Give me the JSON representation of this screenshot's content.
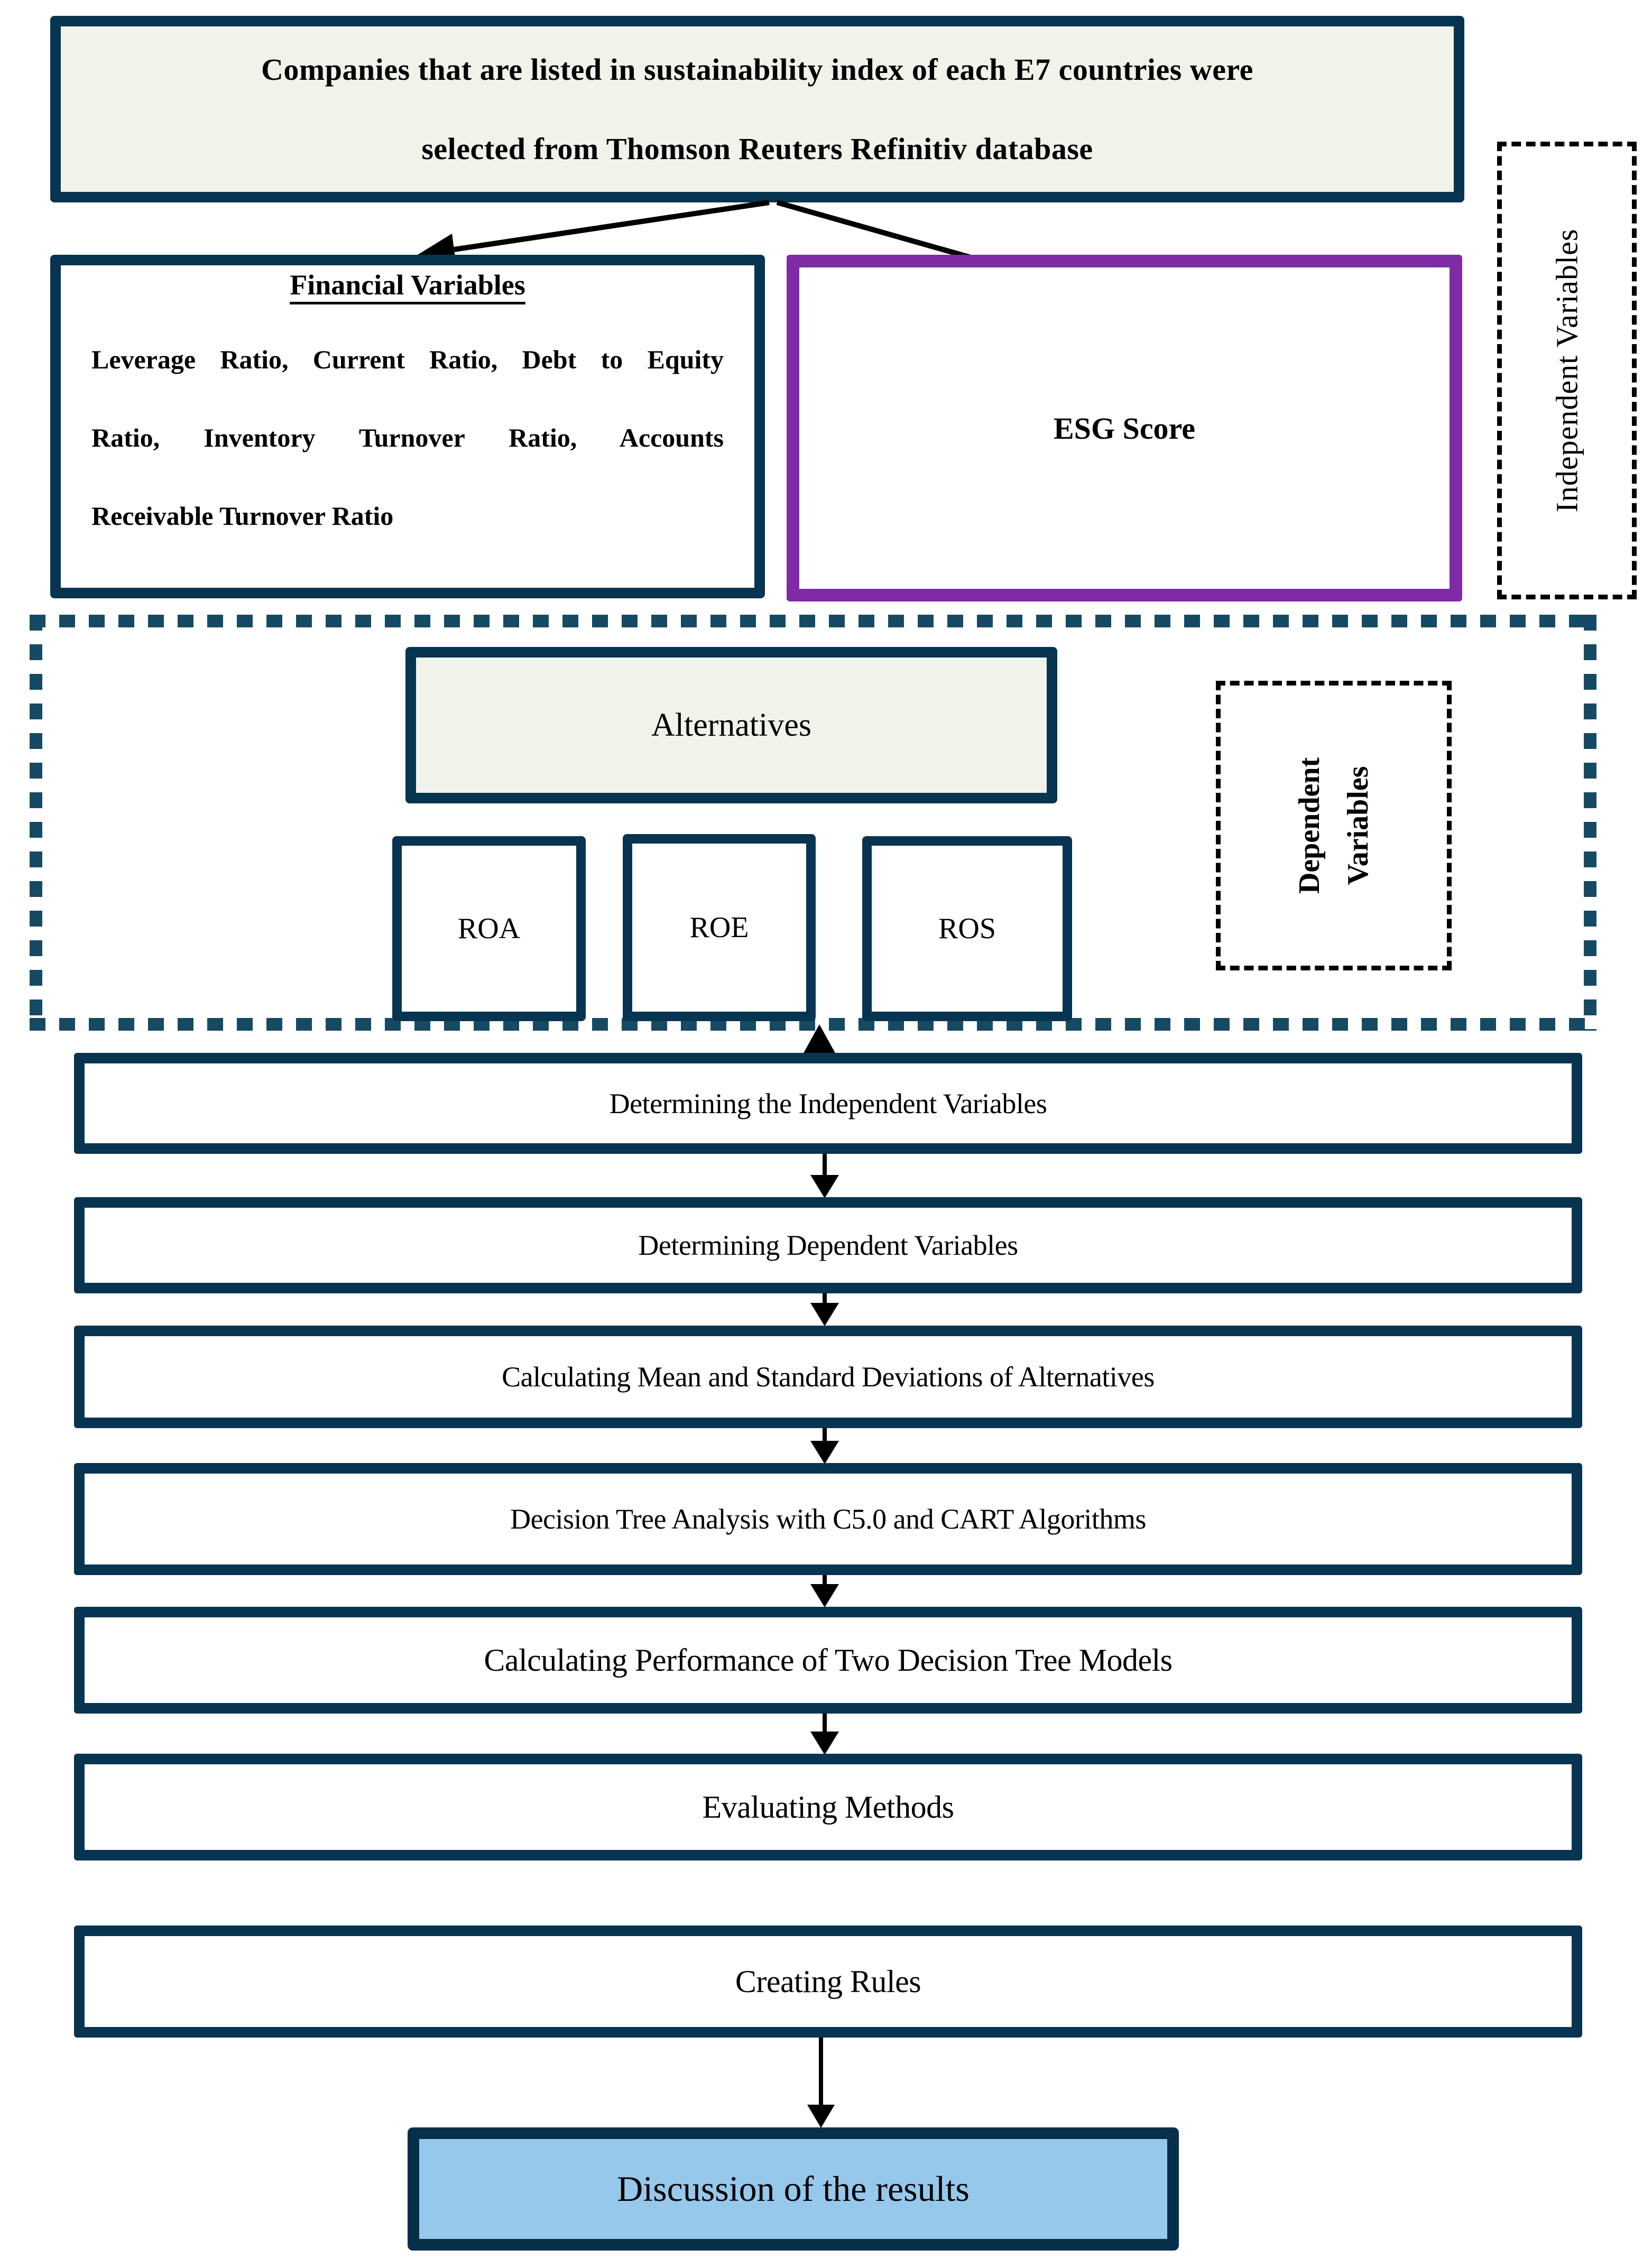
{
  "diagram": {
    "source_box": {
      "line1": "Companies that are listed in sustainability index of each E7 countries were",
      "line2": "selected from Thomson Reuters Refinitiv database"
    },
    "financial": {
      "title": "Financial Variables",
      "lines": [
        "Leverage Ratio, Current Ratio, Debt to Equity",
        "Ratio, Inventory Turnover Ratio, Accounts",
        "Receivable Turnover Ratio"
      ]
    },
    "esg": {
      "label": "ESG Score"
    },
    "independent_label": "Independent Variables",
    "dependent_label": {
      "line1": "Dependent",
      "line2": "Variables"
    },
    "alternatives": {
      "label": "Alternatives",
      "items": [
        "ROA",
        "ROE",
        "ROS"
      ]
    },
    "steps": [
      {
        "label": "Determining the Independent Variables"
      },
      {
        "label": "Determining Dependent Variables"
      },
      {
        "label": "Calculating Mean and Standard Deviations of Alternatives"
      },
      {
        "label": "Decision Tree Analysis with C5.0 and CART Algorithms"
      },
      {
        "label": "Calculating Performance of Two Decision Tree Models"
      },
      {
        "label": "Evaluating Methods"
      },
      {
        "label": "Creating Rules"
      }
    ],
    "result_box": {
      "label": "Discussion of the results"
    },
    "colors": {
      "navy_border": "#073450",
      "dotted_border": "#164a63",
      "purple_border": "#7e2ba5",
      "cream_fill": "#f1f3ea",
      "light_blue_fill": "#96c8ec",
      "arrow_black": "#000000"
    }
  }
}
